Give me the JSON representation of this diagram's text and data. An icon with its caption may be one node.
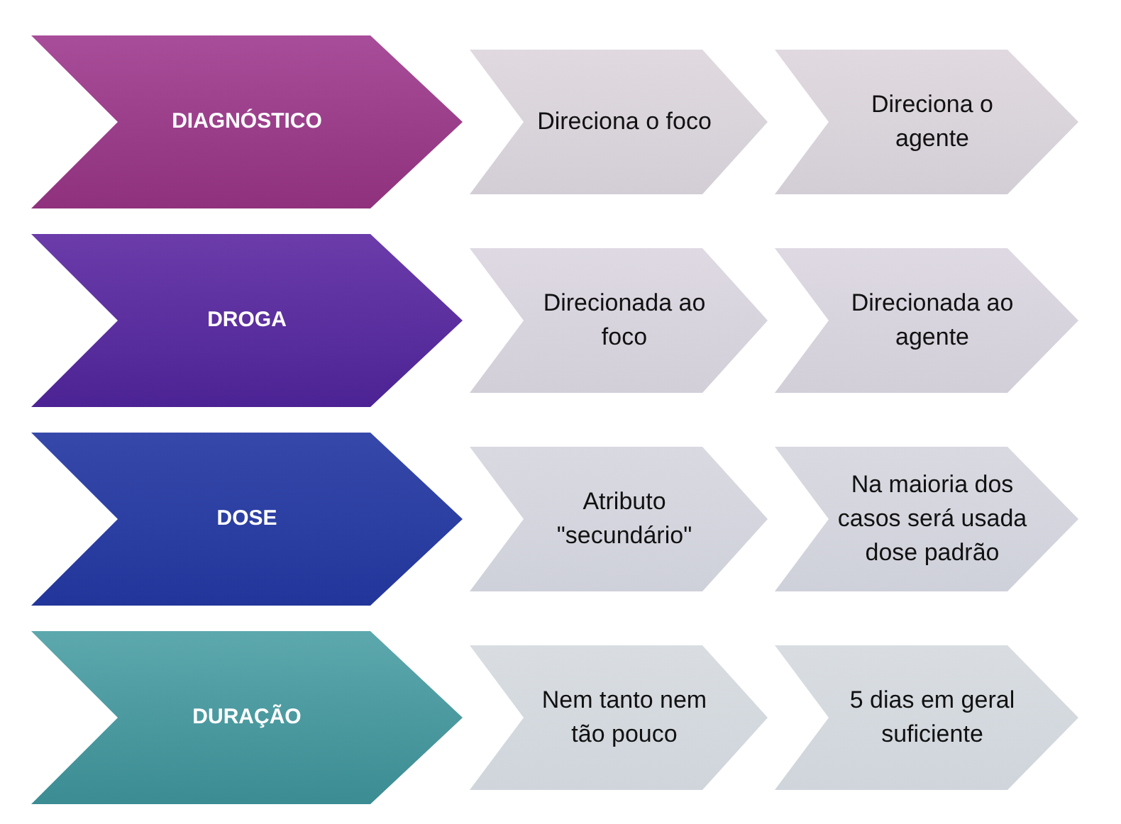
{
  "diagram": {
    "nodes": [
      {
        "text": [
          "DIAGNÓSTICO"
        ]
      },
      {
        "text": [
          "Direciona o foco"
        ]
      },
      {
        "text": [
          "Direciona o agente"
        ]
      },
      {
        "text": [
          "DROGA"
        ]
      },
      {
        "text": [
          "Direcionada ao foco"
        ]
      },
      {
        "text": [
          "Direcionada ao agente"
        ]
      },
      {
        "text": [
          "DOSE"
        ]
      },
      {
        "text": [
          "Atributo \"secundário\""
        ]
      },
      {
        "text": [
          "Na maioria dos casos será usada dose padrão"
        ]
      },
      {
        "text": [
          "DURAÇÃO"
        ]
      },
      {
        "text": [
          "Nem tanto nem tão pouco"
        ]
      },
      {
        "text": [
          "5 dias em geral suficiente"
        ]
      }
    ]
  }
}
